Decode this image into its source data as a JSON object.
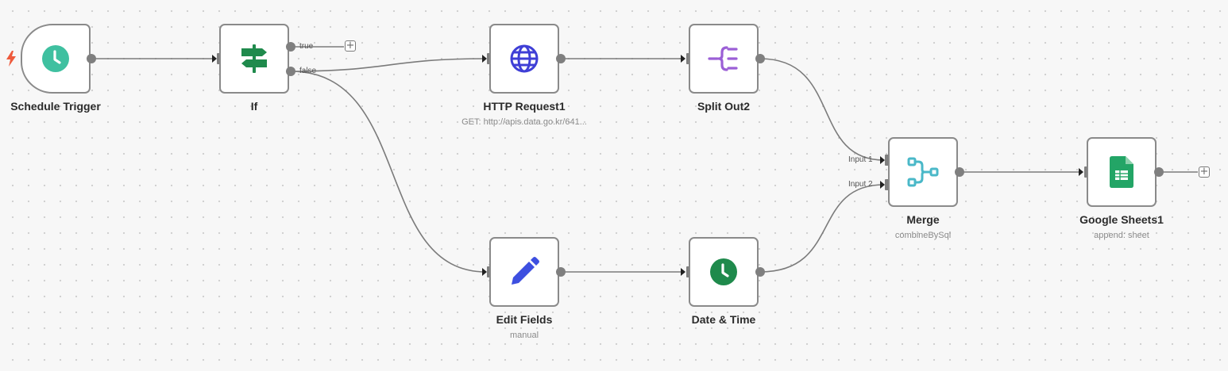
{
  "canvas": {
    "nodes": [
      {
        "id": "schedule",
        "label": "Schedule Trigger",
        "subtitle": "",
        "icon": "clock-icon"
      },
      {
        "id": "if",
        "label": "If",
        "subtitle": "",
        "icon": "signpost-icon"
      },
      {
        "id": "http",
        "label": "HTTP Request1",
        "subtitle": "GET: http://apis.data.go.kr/641...",
        "icon": "globe-icon"
      },
      {
        "id": "split",
        "label": "Split Out2",
        "subtitle": "",
        "icon": "split-out-icon"
      },
      {
        "id": "merge",
        "label": "Merge",
        "subtitle": "combineBySql",
        "icon": "merge-icon"
      },
      {
        "id": "sheets",
        "label": "Google Sheets1",
        "subtitle": "append: sheet",
        "icon": "google-sheets-icon"
      },
      {
        "id": "edit",
        "label": "Edit Fields",
        "subtitle": "manual",
        "icon": "pencil-icon"
      },
      {
        "id": "datetime",
        "label": "Date & Time",
        "subtitle": "",
        "icon": "clock-icon"
      }
    ],
    "branches": {
      "true": "true",
      "false": "false"
    },
    "merge_inputs": {
      "input1": "Input 1",
      "input2": "Input 2"
    },
    "add_node_symbol": "+"
  },
  "colors": {
    "clock_teal": "#3fc0a0",
    "signpost_green": "#1f8a4c",
    "globe_blue": "#3f3fd6",
    "split_purple": "#9b5fd6",
    "merge_teal": "#4ab8c8",
    "sheets_green": "#23a566",
    "pencil_blue": "#3d4fe0",
    "datetime_green": "#1f8a4c",
    "trigger_bolt": "#ee5a3c"
  }
}
